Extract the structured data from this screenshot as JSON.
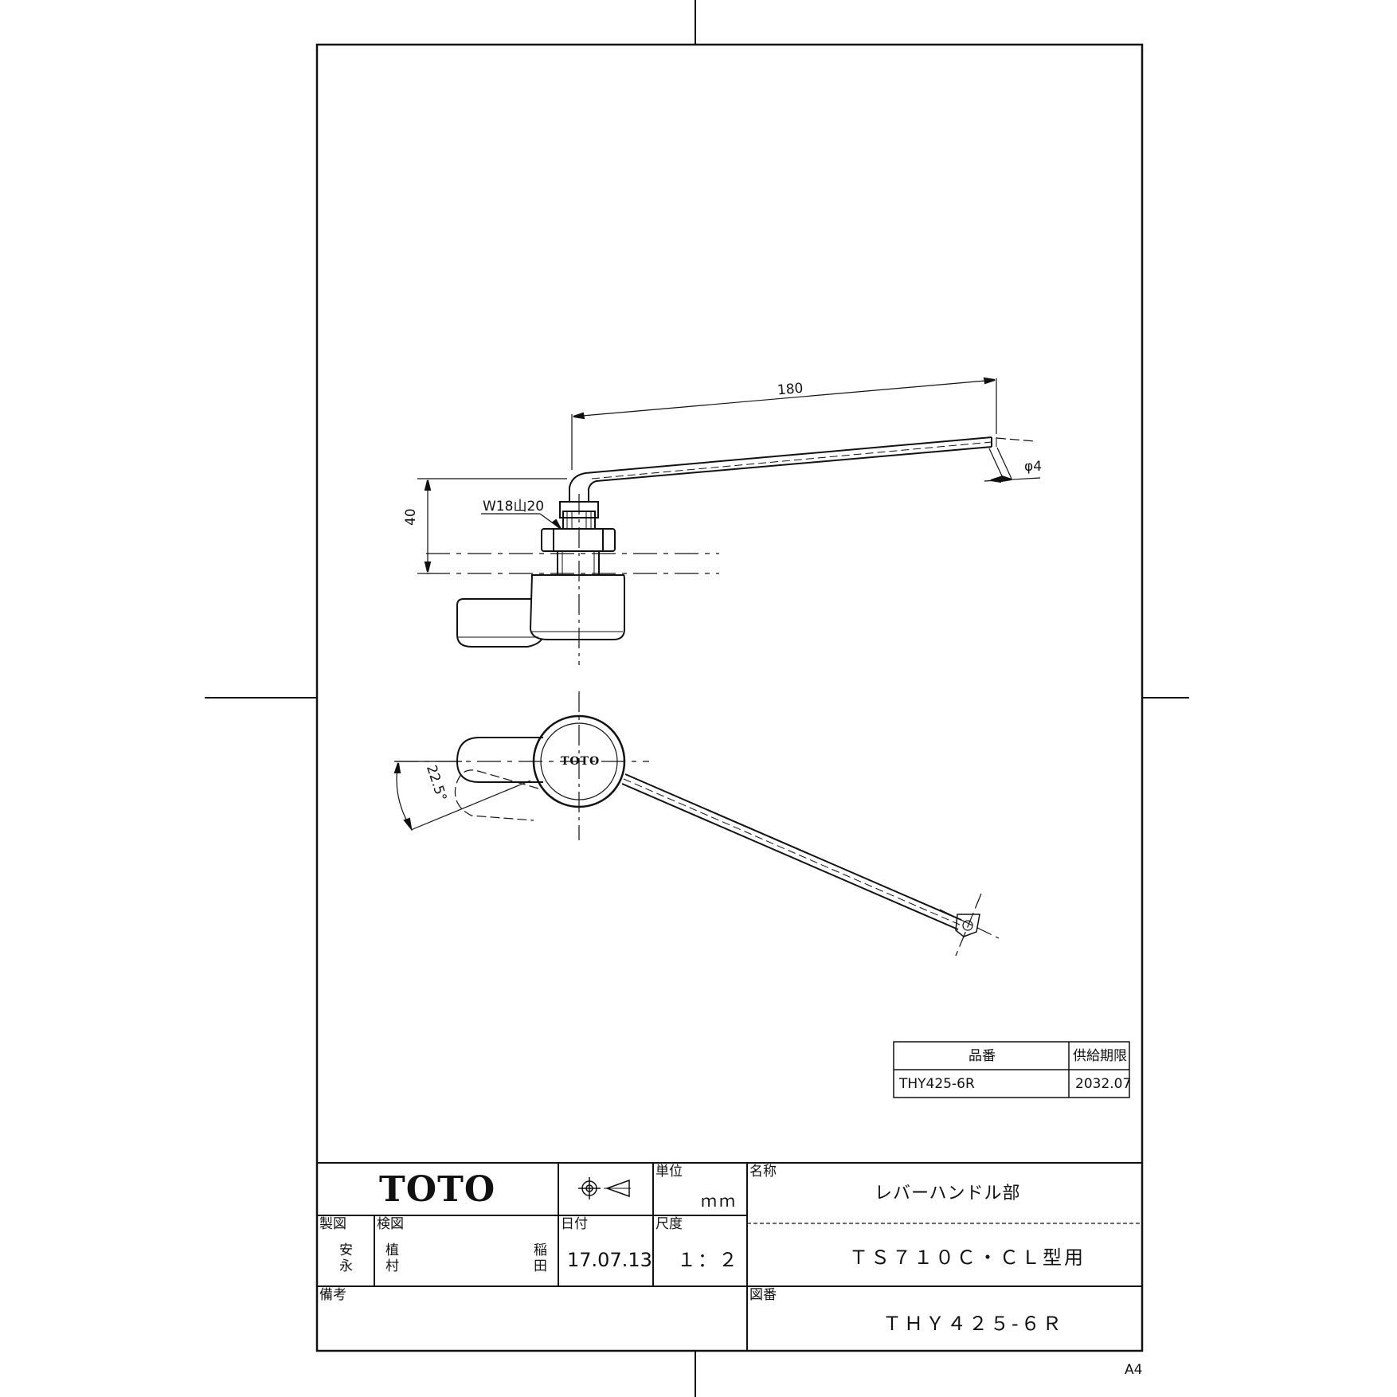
{
  "drawing": {
    "dimensions": {
      "length": "180",
      "height": "40",
      "diameter": "φ4",
      "thread": "W18山20",
      "angle": "22.5°"
    },
    "handle_logo": "TOTO"
  },
  "parts_table": {
    "headers": [
      "品番",
      "供給期限"
    ],
    "rows": [
      [
        "THY425-6R",
        "2032.07"
      ]
    ]
  },
  "title_block": {
    "company": "TOTO",
    "unit_label": "単位",
    "unit_value": "ｍｍ",
    "name_label": "名称",
    "name_value": "レバーハンドル部",
    "model_value": "ＴＳ７１０Ｃ・ＣＬ型用",
    "drawn_label": "製図",
    "drawn_by_1": "安",
    "drawn_by_2": "永",
    "checked_label": "検図",
    "checked_by_1a": "植",
    "checked_by_1b": "村",
    "checked_by_2a": "稲",
    "checked_by_2b": "田",
    "date_label": "日付",
    "date_value": "17.07.13",
    "scale_label": "尺度",
    "scale_value": "１：２",
    "remarks_label": "備考",
    "drawing_no_label": "図番",
    "drawing_no_value": "ＴＨＹ４２５-６Ｒ"
  },
  "sheet_size": "A4"
}
